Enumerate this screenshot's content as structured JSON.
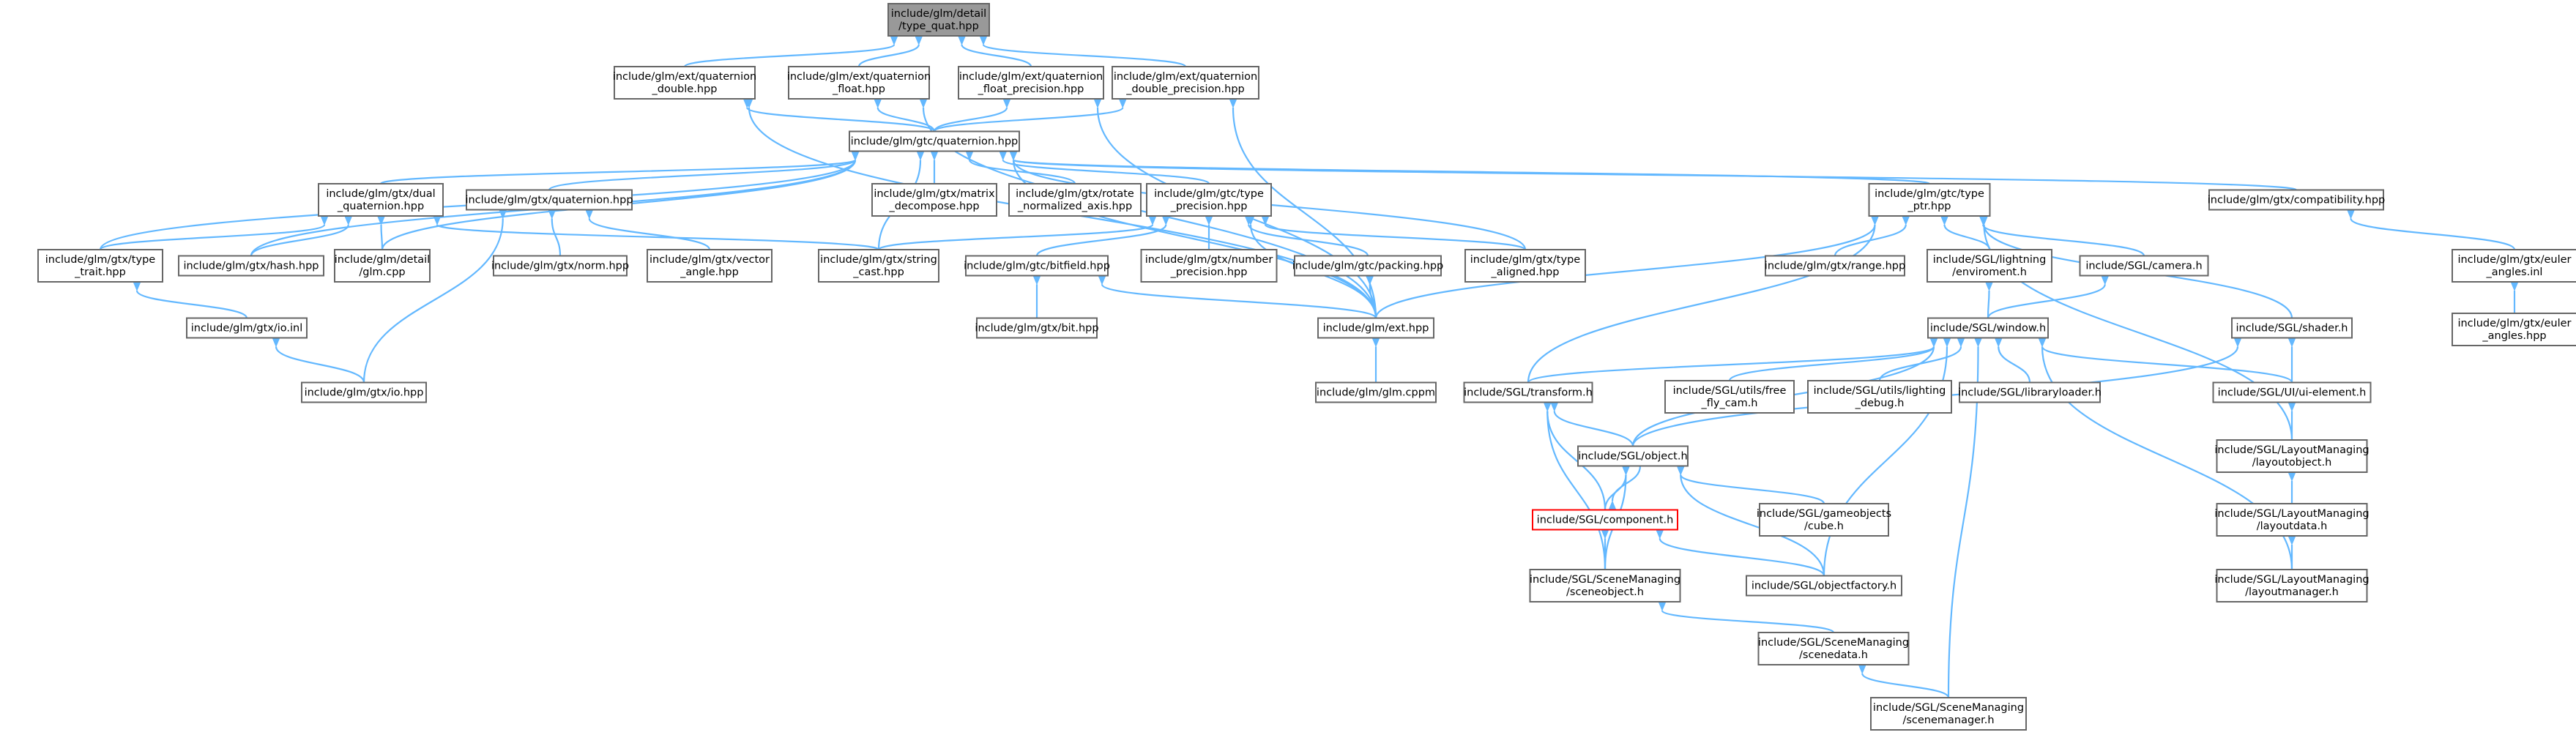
{
  "colors": {
    "edge": "#63b8ff",
    "node_border": "#666666",
    "node_fill": "#ffffff",
    "root_fill": "#999999",
    "highlight_border": "#ff0000",
    "text": "#000000",
    "background": "#ffffff"
  },
  "nodes": [
    {
      "id": "type_quat",
      "lines": [
        "include/glm/detail",
        "/type_quat.hpp"
      ],
      "style": "root"
    },
    {
      "id": "quat_double",
      "lines": [
        "include/glm/ext/quaternion",
        "_double.hpp"
      ]
    },
    {
      "id": "quat_float",
      "lines": [
        "include/glm/ext/quaternion",
        "_float.hpp"
      ]
    },
    {
      "id": "quat_float_prec",
      "lines": [
        "include/glm/ext/quaternion",
        "_float_precision.hpp"
      ]
    },
    {
      "id": "quat_double_prec",
      "lines": [
        "include/glm/ext/quaternion",
        "_double_precision.hpp"
      ]
    },
    {
      "id": "gtc_quat",
      "lines": [
        "include/glm/gtc/quaternion.hpp"
      ]
    },
    {
      "id": "dual_quat",
      "lines": [
        "include/glm/gtx/dual",
        "_quaternion.hpp"
      ]
    },
    {
      "id": "gtx_quat",
      "lines": [
        "include/glm/gtx/quaternion.hpp"
      ]
    },
    {
      "id": "matrix_decompose",
      "lines": [
        "include/glm/gtx/matrix",
        "_decompose.hpp"
      ]
    },
    {
      "id": "rotate_norm_axis",
      "lines": [
        "include/glm/gtx/rotate",
        "_normalized_axis.hpp"
      ]
    },
    {
      "id": "gtc_type_prec",
      "lines": [
        "include/glm/gtc/type",
        "_precision.hpp"
      ]
    },
    {
      "id": "gtc_type_ptr",
      "lines": [
        "include/glm/gtc/type",
        "_ptr.hpp"
      ]
    },
    {
      "id": "compatibility",
      "lines": [
        "include/glm/gtx/compatibility.hpp"
      ]
    },
    {
      "id": "type_trait",
      "lines": [
        "include/glm/gtx/type",
        "_trait.hpp"
      ]
    },
    {
      "id": "gtx_hash",
      "lines": [
        "include/glm/gtx/hash.hpp"
      ]
    },
    {
      "id": "glm_cpp",
      "lines": [
        "include/glm/detail",
        "/glm.cpp"
      ]
    },
    {
      "id": "gtx_norm",
      "lines": [
        "include/glm/gtx/norm.hpp"
      ]
    },
    {
      "id": "vector_angle",
      "lines": [
        "include/glm/gtx/vector",
        "_angle.hpp"
      ]
    },
    {
      "id": "string_cast",
      "lines": [
        "include/glm/gtx/string",
        "_cast.hpp"
      ]
    },
    {
      "id": "gtc_bitfield",
      "lines": [
        "include/glm/gtc/bitfield.hpp"
      ]
    },
    {
      "id": "number_prec",
      "lines": [
        "include/glm/gtx/number",
        "_precision.hpp"
      ]
    },
    {
      "id": "gtc_packing",
      "lines": [
        "include/glm/gtc/packing.hpp"
      ]
    },
    {
      "id": "type_aligned",
      "lines": [
        "include/glm/gtx/type",
        "_aligned.hpp"
      ]
    },
    {
      "id": "gtx_range",
      "lines": [
        "include/glm/gtx/range.hpp"
      ]
    },
    {
      "id": "sgl_lightning",
      "lines": [
        "include/SGL/lightning",
        "/enviroment.h"
      ]
    },
    {
      "id": "sgl_camera",
      "lines": [
        "include/SGL/camera.h"
      ]
    },
    {
      "id": "euler_inl",
      "lines": [
        "include/glm/gtx/euler",
        "_angles.inl"
      ]
    },
    {
      "id": "euler_hpp",
      "lines": [
        "include/glm/gtx/euler",
        "_angles.hpp"
      ]
    },
    {
      "id": "gtx_io_inl",
      "lines": [
        "include/glm/gtx/io.inl"
      ]
    },
    {
      "id": "gtx_io_hpp",
      "lines": [
        "include/glm/gtx/io.hpp"
      ]
    },
    {
      "id": "gtx_bit",
      "lines": [
        "include/glm/gtx/bit.hpp"
      ]
    },
    {
      "id": "glm_ext",
      "lines": [
        "include/glm/ext.hpp"
      ]
    },
    {
      "id": "glm_cppm",
      "lines": [
        "include/glm/glm.cppm"
      ]
    },
    {
      "id": "sgl_window",
      "lines": [
        "include/SGL/window.h"
      ]
    },
    {
      "id": "sgl_shader",
      "lines": [
        "include/SGL/shader.h"
      ]
    },
    {
      "id": "sgl_transform",
      "lines": [
        "include/SGL/transform.h"
      ]
    },
    {
      "id": "free_fly_cam",
      "lines": [
        "include/SGL/utils/free",
        "_fly_cam.h"
      ]
    },
    {
      "id": "lighting_debug",
      "lines": [
        "include/SGL/utils/lighting",
        "_debug.h"
      ]
    },
    {
      "id": "libraryloader",
      "lines": [
        "include/SGL/libraryloader.h"
      ]
    },
    {
      "id": "ui_element",
      "lines": [
        "include/SGL/UI/ui-element.h"
      ]
    },
    {
      "id": "sgl_object",
      "lines": [
        "include/SGL/object.h"
      ]
    },
    {
      "id": "layoutobject",
      "lines": [
        "include/SGL/LayoutManaging",
        "/layoutobject.h"
      ]
    },
    {
      "id": "gameobjects_cube",
      "lines": [
        "include/SGL/gameobjects",
        "/cube.h"
      ]
    },
    {
      "id": "sgl_component",
      "lines": [
        "include/SGL/component.h"
      ],
      "style": "highlight"
    },
    {
      "id": "layoutdata",
      "lines": [
        "include/SGL/LayoutManaging",
        "/layoutdata.h"
      ]
    },
    {
      "id": "sceneobject",
      "lines": [
        "include/SGL/SceneManaging",
        "/sceneobject.h"
      ]
    },
    {
      "id": "objectfactory",
      "lines": [
        "include/SGL/objectfactory.h"
      ]
    },
    {
      "id": "layoutmanager",
      "lines": [
        "include/SGL/LayoutManaging",
        "/layoutmanager.h"
      ]
    },
    {
      "id": "scenedata",
      "lines": [
        "include/SGL/SceneManaging",
        "/scenedata.h"
      ]
    },
    {
      "id": "scenemanager",
      "lines": [
        "include/SGL/SceneManaging",
        "/scenemanager.h"
      ]
    }
  ],
  "edges": [
    [
      "type_quat",
      "quat_double"
    ],
    [
      "type_quat",
      "quat_float"
    ],
    [
      "type_quat",
      "quat_float_prec"
    ],
    [
      "type_quat",
      "quat_double_prec"
    ],
    [
      "quat_double",
      "gtc_quat"
    ],
    [
      "quat_float",
      "gtc_quat"
    ],
    [
      "quat_float_prec",
      "gtc_quat"
    ],
    [
      "quat_double_prec",
      "gtc_quat"
    ],
    [
      "quat_double",
      "glm_ext"
    ],
    [
      "quat_float",
      "glm_ext"
    ],
    [
      "quat_float_prec",
      "glm_ext"
    ],
    [
      "quat_double_prec",
      "glm_ext"
    ],
    [
      "gtc_quat",
      "dual_quat"
    ],
    [
      "gtc_quat",
      "gtx_quat"
    ],
    [
      "gtc_quat",
      "matrix_decompose"
    ],
    [
      "gtc_quat",
      "rotate_norm_axis"
    ],
    [
      "gtc_quat",
      "gtc_type_prec"
    ],
    [
      "gtc_quat",
      "gtc_type_ptr"
    ],
    [
      "gtc_quat",
      "compatibility"
    ],
    [
      "gtc_quat",
      "type_trait"
    ],
    [
      "gtc_quat",
      "gtx_hash"
    ],
    [
      "gtc_quat",
      "glm_cpp"
    ],
    [
      "gtc_quat",
      "string_cast"
    ],
    [
      "gtc_quat",
      "type_aligned"
    ],
    [
      "gtc_quat",
      "glm_ext"
    ],
    [
      "dual_quat",
      "type_trait"
    ],
    [
      "dual_quat",
      "gtx_hash"
    ],
    [
      "dual_quat",
      "glm_cpp"
    ],
    [
      "dual_quat",
      "string_cast"
    ],
    [
      "gtx_quat",
      "gtx_norm"
    ],
    [
      "gtx_quat",
      "vector_angle"
    ],
    [
      "gtx_quat",
      "gtx_io_hpp"
    ],
    [
      "gtc_type_prec",
      "string_cast"
    ],
    [
      "gtc_type_prec",
      "gtc_bitfield"
    ],
    [
      "gtc_type_prec",
      "number_prec"
    ],
    [
      "gtc_type_prec",
      "gtc_packing"
    ],
    [
      "gtc_type_prec",
      "type_aligned"
    ],
    [
      "gtc_type_prec",
      "glm_ext"
    ],
    [
      "gtc_type_ptr",
      "gtx_range"
    ],
    [
      "gtc_type_ptr",
      "sgl_lightning"
    ],
    [
      "gtc_type_ptr",
      "sgl_camera"
    ],
    [
      "gtc_type_ptr",
      "sgl_shader"
    ],
    [
      "gtc_type_ptr",
      "sgl_transform"
    ],
    [
      "gtc_type_ptr",
      "layoutobject"
    ],
    [
      "gtc_type_ptr",
      "glm_ext"
    ],
    [
      "compatibility",
      "euler_inl"
    ],
    [
      "euler_inl",
      "euler_hpp"
    ],
    [
      "type_trait",
      "gtx_io_inl"
    ],
    [
      "gtx_io_inl",
      "gtx_io_hpp"
    ],
    [
      "gtc_bitfield",
      "gtx_bit"
    ],
    [
      "gtc_bitfield",
      "glm_ext"
    ],
    [
      "gtc_packing",
      "glm_ext"
    ],
    [
      "glm_ext",
      "glm_cppm"
    ],
    [
      "sgl_lightning",
      "sgl_window"
    ],
    [
      "sgl_camera",
      "sgl_window"
    ],
    [
      "sgl_window",
      "sgl_transform"
    ],
    [
      "sgl_window",
      "free_fly_cam"
    ],
    [
      "sgl_window",
      "lighting_debug"
    ],
    [
      "sgl_window",
      "libraryloader"
    ],
    [
      "sgl_window",
      "ui_element"
    ],
    [
      "sgl_window",
      "sgl_object"
    ],
    [
      "sgl_window",
      "objectfactory"
    ],
    [
      "sgl_window",
      "layoutmanager"
    ],
    [
      "sgl_window",
      "scenemanager"
    ],
    [
      "sgl_shader",
      "ui_element"
    ],
    [
      "sgl_shader",
      "sgl_object"
    ],
    [
      "ui_element",
      "layoutobject"
    ],
    [
      "sgl_transform",
      "sgl_object"
    ],
    [
      "sgl_transform",
      "sgl_component"
    ],
    [
      "sgl_transform",
      "sceneobject"
    ],
    [
      "sgl_object",
      "sgl_component"
    ],
    [
      "sgl_object",
      "gameobjects_cube"
    ],
    [
      "sgl_object",
      "objectfactory"
    ],
    [
      "sgl_object",
      "sceneobject"
    ],
    [
      "sgl_component",
      "sgl_object"
    ],
    [
      "sgl_component",
      "sceneobject"
    ],
    [
      "sgl_component",
      "objectfactory"
    ],
    [
      "layoutobject",
      "layoutdata"
    ],
    [
      "layoutdata",
      "layoutmanager"
    ],
    [
      "sceneobject",
      "scenedata"
    ],
    [
      "scenedata",
      "scenemanager"
    ]
  ]
}
